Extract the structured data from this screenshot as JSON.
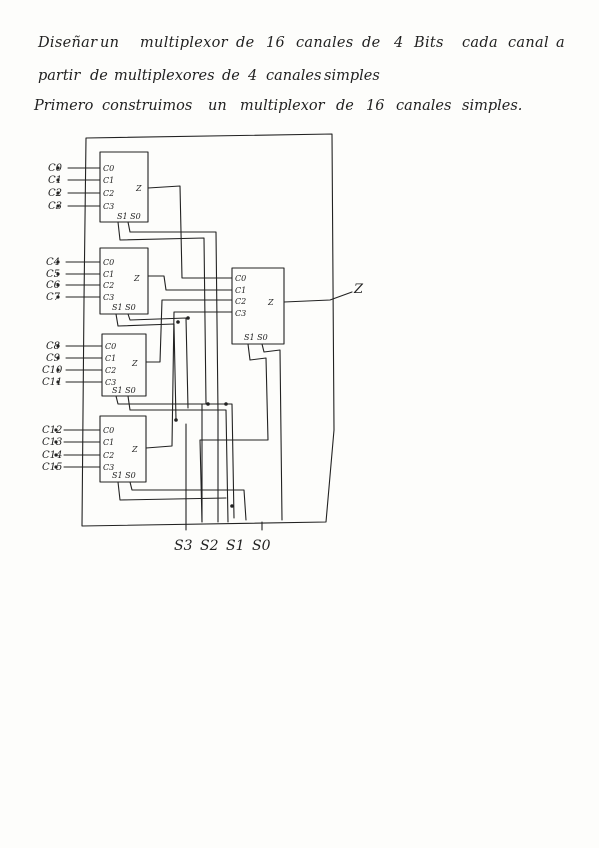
{
  "statement": {
    "line1": [
      "Diseñar",
      "un",
      "multiplexor",
      "de",
      "16",
      "canales",
      "de",
      "4",
      "Bits",
      "cada",
      "canal",
      "a"
    ],
    "line2": [
      "partir",
      "de",
      "multiplexores",
      "de",
      "4",
      "canales",
      "simples"
    ],
    "line3": [
      "Primero",
      "construimos",
      "un",
      "multiplexor",
      "de",
      "16",
      "canales",
      "simples."
    ]
  },
  "mux_inputs": [
    [
      "C0",
      "C1",
      "C2",
      "C3"
    ],
    [
      "C4",
      "C5",
      "C6",
      "C7"
    ],
    [
      "C8",
      "C9",
      "C10",
      "C11"
    ],
    [
      "C12",
      "C13",
      "C14",
      "C15"
    ]
  ],
  "mux_pins": {
    "inputs": [
      "C0",
      "C1",
      "C2",
      "C3"
    ],
    "output": "Z",
    "select": "S1 S0"
  },
  "final_output": "Z",
  "select_lines": [
    "S3",
    "S2",
    "S1",
    "S0"
  ],
  "colors": {
    "ink": "#222222",
    "paper": "#fdfdfb"
  }
}
